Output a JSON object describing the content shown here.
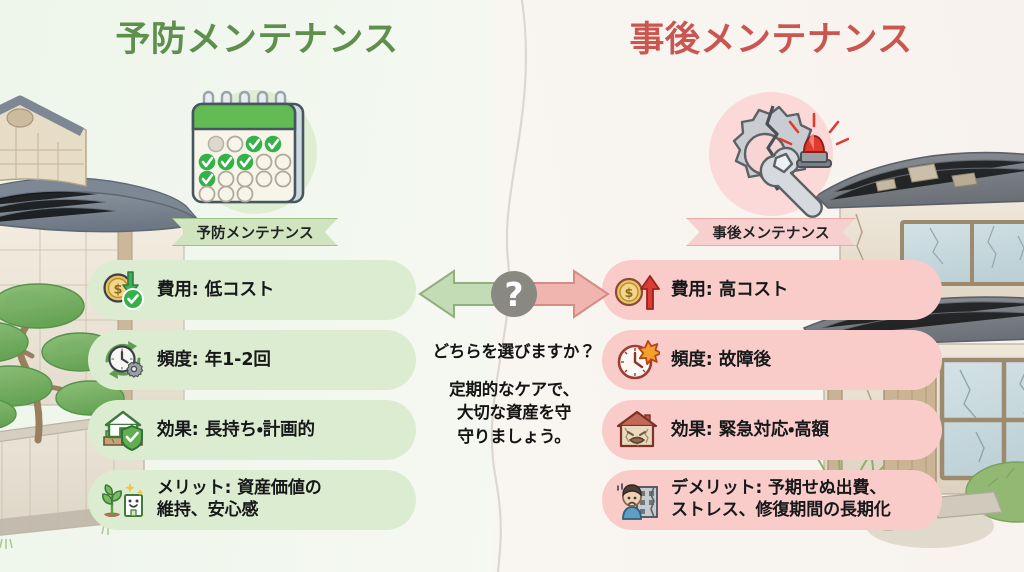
{
  "colors": {
    "left_accent": "#5e8f4d",
    "right_accent": "#c9564f",
    "left_panel_bg": "#eef5ea",
    "right_panel_bg": "#f8f4f0",
    "left_row_bg": "#dcecd0",
    "right_row_bg": "#f9ccc9",
    "left_ribbon_bg": "#cfe4bf",
    "right_ribbon_bg": "#f8cfcf",
    "text_dark": "#17181a",
    "check_green": "#35b14a",
    "alert_red": "#e03b2f",
    "coin_gold": "#e8c35a"
  },
  "left_panel": {
    "title": "予防メンテナンス",
    "hero_icon": "calendar-check-icon",
    "badge_label": "予防メンテナンス",
    "background_illustration": "well-maintained-japanese-house-illustration",
    "items": [
      {
        "icon": "coin-down-arrow-check-icon",
        "lines": [
          "費用: 低コスト"
        ]
      },
      {
        "icon": "clock-refresh-gear-icon",
        "lines": [
          "頻度: 年1-2回"
        ]
      },
      {
        "icon": "house-shield-icon",
        "lines": [
          "効果: 長持ち・計画的"
        ]
      },
      {
        "icon": "sprout-smiling-building-icon",
        "lines": [
          "メリット: 資産価値の",
          "維持、安心感"
        ]
      }
    ]
  },
  "right_panel": {
    "title": "事後メンテナンス",
    "hero_icon": "broken-gear-wrench-siren-icon",
    "badge_label": "事後メンテナンス",
    "background_illustration": "dilapidated-japanese-house-illustration",
    "items": [
      {
        "icon": "coin-up-arrow-icon",
        "lines": [
          "費用: 高コスト"
        ]
      },
      {
        "icon": "clock-burst-icon",
        "lines": [
          "頻度: 故障後"
        ]
      },
      {
        "icon": "cracked-house-face-icon",
        "lines": [
          "効果: 緊急対応・高額"
        ]
      },
      {
        "icon": "worried-person-cracked-building-icon",
        "lines": [
          "デメリット: 予期せぬ出費、",
          "ストレス、修復期間の長期化"
        ]
      }
    ]
  },
  "center": {
    "arrows_icon": "double-arrow-question-icon",
    "question": "どちらを選びますか？",
    "message_lines": [
      "定期的なケアで、",
      "大切な資産を守",
      "守りましょう。"
    ]
  }
}
